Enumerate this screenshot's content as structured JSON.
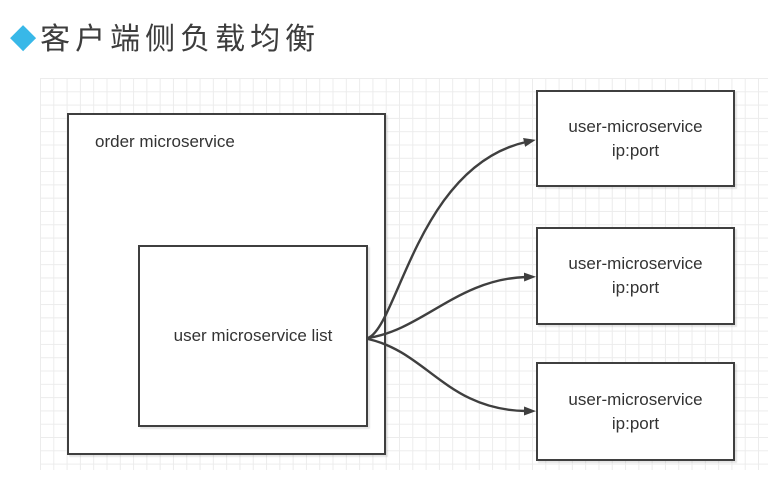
{
  "title": {
    "bullet": "◆",
    "text": "客户端侧负载均衡"
  },
  "colors": {
    "accent": "#38b8e8",
    "border": "#3f3f3f",
    "grid": "#ececec",
    "text": "#333333",
    "title": "#3d3d3d"
  },
  "diagram": {
    "outer_box": {
      "label": "order microservice"
    },
    "inner_box": {
      "label": "user microservice list"
    },
    "targets": [
      {
        "line1": "user-microservice",
        "line2": "ip:port"
      },
      {
        "line1": "user-microservice",
        "line2": "ip:port"
      },
      {
        "line1": "user-microservice",
        "line2": "ip:port"
      }
    ]
  }
}
